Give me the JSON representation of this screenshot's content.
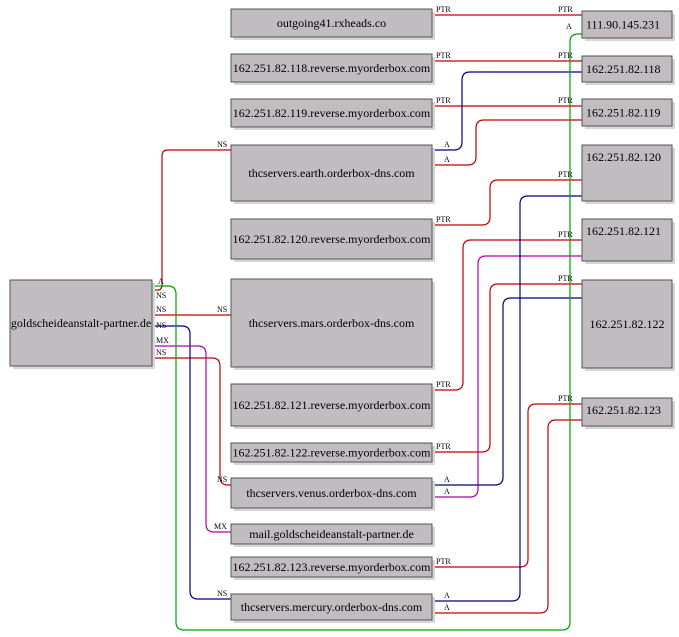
{
  "colors": {
    "NS": "#c00000",
    "MX": "#b000b0",
    "PTR": "#c00000",
    "A_earth": "#000080",
    "A_venus": "#000080",
    "A_mercury": "#000080",
    "A_domain": "#00a000"
  },
  "nodes": {
    "domain": "goldscheideanstalt-partner.de",
    "outgoing": "outgoing41.rxheads.co",
    "rev118": "162.251.82.118.reverse.myorderbox.com",
    "rev119": "162.251.82.119.reverse.myorderbox.com",
    "earth": "thcservers.earth.orderbox-dns.com",
    "rev120": "162.251.82.120.reverse.myorderbox.com",
    "mars": "thcservers.mars.orderbox-dns.com",
    "rev121": "162.251.82.121.reverse.myorderbox.com",
    "rev122": "162.251.82.122.reverse.myorderbox.com",
    "venus": "thcservers.venus.orderbox-dns.com",
    "mail": "mail.goldscheideanstalt-partner.de",
    "rev123": "162.251.82.123.reverse.myorderbox.com",
    "mercury": "thcservers.mercury.orderbox-dns.com",
    "ip231": "111.90.145.231",
    "ip118": "162.251.82.118",
    "ip119": "162.251.82.119",
    "ip120": "162.251.82.120",
    "ip121": "162.251.82.121",
    "ip122": "162.251.82.122",
    "ip123": "162.251.82.123"
  },
  "edges": [
    {
      "id": "domain-earth",
      "type": "NS",
      "from": "goldscheideanstalt-partner.de",
      "to": "thcservers.earth.orderbox-dns.com"
    },
    {
      "id": "domain-mars",
      "type": "NS",
      "from": "goldscheideanstalt-partner.de",
      "to": "thcservers.mars.orderbox-dns.com"
    },
    {
      "id": "domain-venus",
      "type": "NS",
      "from": "goldscheideanstalt-partner.de",
      "to": "thcservers.venus.orderbox-dns.com"
    },
    {
      "id": "domain-mercury",
      "type": "NS",
      "from": "goldscheideanstalt-partner.de",
      "to": "thcservers.mercury.orderbox-dns.com"
    },
    {
      "id": "domain-mail",
      "type": "MX",
      "from": "goldscheideanstalt-partner.de",
      "to": "mail.goldscheideanstalt-partner.de"
    },
    {
      "id": "domain-ip231",
      "type": "A",
      "from": "goldscheideanstalt-partner.de",
      "to": "111.90.145.231"
    },
    {
      "id": "outgoing-ip231",
      "type": "PTR",
      "from": "outgoing41.rxheads.co",
      "to": "111.90.145.231"
    },
    {
      "id": "rev118-ip118",
      "type": "PTR",
      "from": "162.251.82.118.reverse.myorderbox.com",
      "to": "162.251.82.118"
    },
    {
      "id": "rev119-ip119",
      "type": "PTR",
      "from": "162.251.82.119.reverse.myorderbox.com",
      "to": "162.251.82.119"
    },
    {
      "id": "rev120-ip120",
      "type": "PTR",
      "from": "162.251.82.120.reverse.myorderbox.com",
      "to": "162.251.82.120"
    },
    {
      "id": "rev121-ip121",
      "type": "PTR",
      "from": "162.251.82.121.reverse.myorderbox.com",
      "to": "162.251.82.121"
    },
    {
      "id": "rev122-ip122",
      "type": "PTR",
      "from": "162.251.82.122.reverse.myorderbox.com",
      "to": "162.251.82.122"
    },
    {
      "id": "rev123-ip123",
      "type": "PTR",
      "from": "162.251.82.123.reverse.myorderbox.com",
      "to": "162.251.82.123"
    },
    {
      "id": "earth-ip118",
      "type": "A",
      "from": "thcservers.earth.orderbox-dns.com",
      "to": "162.251.82.118"
    },
    {
      "id": "earth-ip119",
      "type": "A",
      "from": "thcservers.earth.orderbox-dns.com",
      "to": "162.251.82.119"
    },
    {
      "id": "venus-ip121",
      "type": "A",
      "from": "thcservers.venus.orderbox-dns.com",
      "to": "162.251.82.121"
    },
    {
      "id": "venus-ip122",
      "type": "A",
      "from": "thcservers.venus.orderbox-dns.com",
      "to": "162.251.82.122"
    },
    {
      "id": "mercury-ip120",
      "type": "A",
      "from": "thcservers.mercury.orderbox-dns.com",
      "to": "162.251.82.120"
    },
    {
      "id": "mercury-ip123",
      "type": "A",
      "from": "thcservers.mercury.orderbox-dns.com",
      "to": "162.251.82.123"
    }
  ]
}
